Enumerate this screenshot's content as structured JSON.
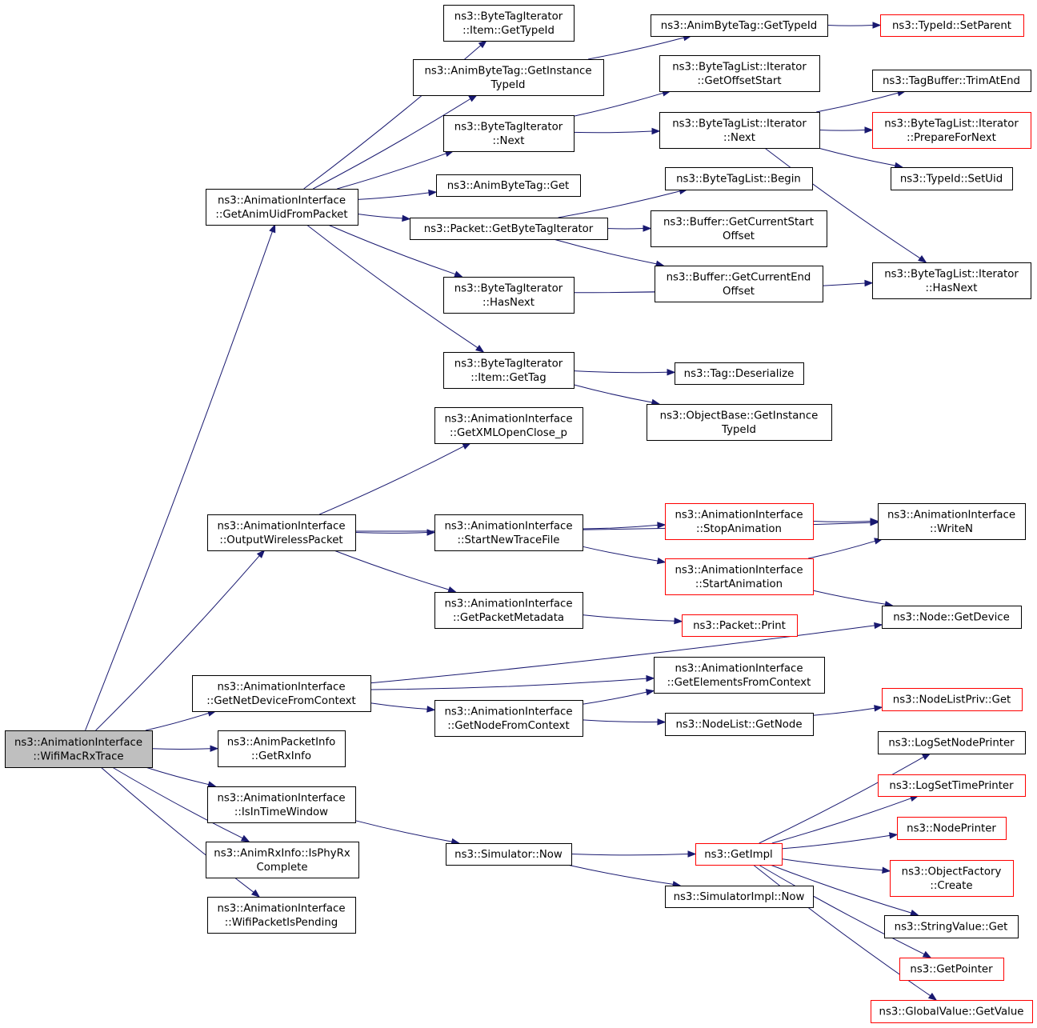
{
  "graph": {
    "nodes": [
      {
        "id": "root",
        "lines": [
          "ns3::AnimationInterface",
          "::WifiMacRxTrace"
        ],
        "kind": "root"
      },
      {
        "id": "getAnimUid",
        "lines": [
          "ns3::AnimationInterface",
          "::GetAnimUidFromPacket"
        ],
        "kind": "normal"
      },
      {
        "id": "outWireless",
        "lines": [
          "ns3::AnimationInterface",
          "::OutputWirelessPacket"
        ],
        "kind": "normal"
      },
      {
        "id": "getNetDev",
        "lines": [
          "ns3::AnimationInterface",
          "::GetNetDeviceFromContext"
        ],
        "kind": "normal"
      },
      {
        "id": "getRxInfo",
        "lines": [
          "ns3::AnimPacketInfo",
          "::GetRxInfo"
        ],
        "kind": "normal"
      },
      {
        "id": "isInTime",
        "lines": [
          "ns3::AnimationInterface",
          "::IsInTimeWindow"
        ],
        "kind": "normal"
      },
      {
        "id": "isPhyRx",
        "lines": [
          "ns3::AnimRxInfo::IsPhyRx",
          "Complete"
        ],
        "kind": "normal"
      },
      {
        "id": "wifiPending",
        "lines": [
          "ns3::AnimationInterface",
          "::WifiPacketIsPending"
        ],
        "kind": "normal"
      },
      {
        "id": "btiGetTypeId",
        "lines": [
          "ns3::ByteTagIterator",
          "::Item::GetTypeId"
        ],
        "kind": "normal"
      },
      {
        "id": "abtGetInst",
        "lines": [
          "ns3::AnimByteTag::GetInstance",
          "TypeId"
        ],
        "kind": "normal"
      },
      {
        "id": "btiNext",
        "lines": [
          "ns3::ByteTagIterator",
          "::Next"
        ],
        "kind": "normal"
      },
      {
        "id": "abtGet",
        "lines": [
          "ns3::AnimByteTag::Get"
        ],
        "kind": "normal"
      },
      {
        "id": "pktGetBTI",
        "lines": [
          "ns3::Packet::GetByteTagIterator"
        ],
        "kind": "normal"
      },
      {
        "id": "btiHasNext",
        "lines": [
          "ns3::ByteTagIterator",
          "::HasNext"
        ],
        "kind": "normal"
      },
      {
        "id": "btiGetTag",
        "lines": [
          "ns3::ByteTagIterator",
          "::Item::GetTag"
        ],
        "kind": "normal"
      },
      {
        "id": "abtGetTypeId",
        "lines": [
          "ns3::AnimByteTag::GetTypeId"
        ],
        "kind": "normal"
      },
      {
        "id": "tidSetParent",
        "lines": [
          "ns3::TypeId::SetParent"
        ],
        "kind": "red"
      },
      {
        "id": "btlGetOffStart",
        "lines": [
          "ns3::ByteTagList::Iterator",
          "::GetOffsetStart"
        ],
        "kind": "normal"
      },
      {
        "id": "btlNext",
        "lines": [
          "ns3::ByteTagList::Iterator",
          "::Next"
        ],
        "kind": "normal"
      },
      {
        "id": "tbTrimAtEnd",
        "lines": [
          "ns3::TagBuffer::TrimAtEnd"
        ],
        "kind": "normal"
      },
      {
        "id": "btlPrepare",
        "lines": [
          "ns3::ByteTagList::Iterator",
          "::PrepareForNext"
        ],
        "kind": "red"
      },
      {
        "id": "tidSetUid",
        "lines": [
          "ns3::TypeId::SetUid"
        ],
        "kind": "normal"
      },
      {
        "id": "btlBegin",
        "lines": [
          "ns3::ByteTagList::Begin"
        ],
        "kind": "normal"
      },
      {
        "id": "bufCurStart",
        "lines": [
          "ns3::Buffer::GetCurrentStart",
          "Offset"
        ],
        "kind": "normal"
      },
      {
        "id": "bufCurEnd",
        "lines": [
          "ns3::Buffer::GetCurrentEnd",
          "Offset"
        ],
        "kind": "normal"
      },
      {
        "id": "btlHasNext",
        "lines": [
          "ns3::ByteTagList::Iterator",
          "::HasNext"
        ],
        "kind": "normal"
      },
      {
        "id": "tagDeser",
        "lines": [
          "ns3::Tag::Deserialize"
        ],
        "kind": "normal"
      },
      {
        "id": "obGetInst",
        "lines": [
          "ns3::ObjectBase::GetInstance",
          "TypeId"
        ],
        "kind": "normal"
      },
      {
        "id": "getXML",
        "lines": [
          "ns3::AnimationInterface",
          "::GetXMLOpenClose_p"
        ],
        "kind": "normal"
      },
      {
        "id": "startNewTrace",
        "lines": [
          "ns3::AnimationInterface",
          "::StartNewTraceFile"
        ],
        "kind": "normal"
      },
      {
        "id": "getPktMeta",
        "lines": [
          "ns3::AnimationInterface",
          "::GetPacketMetadata"
        ],
        "kind": "normal"
      },
      {
        "id": "stopAnim",
        "lines": [
          "ns3::AnimationInterface",
          "::StopAnimation"
        ],
        "kind": "red"
      },
      {
        "id": "startAnim",
        "lines": [
          "ns3::AnimationInterface",
          "::StartAnimation"
        ],
        "kind": "red"
      },
      {
        "id": "pktPrint",
        "lines": [
          "ns3::Packet::Print"
        ],
        "kind": "red"
      },
      {
        "id": "writeN",
        "lines": [
          "ns3::AnimationInterface",
          "::WriteN"
        ],
        "kind": "normal"
      },
      {
        "id": "nodeGetDev",
        "lines": [
          "ns3::Node::GetDevice"
        ],
        "kind": "normal"
      },
      {
        "id": "getElements",
        "lines": [
          "ns3::AnimationInterface",
          "::GetElementsFromContext"
        ],
        "kind": "normal"
      },
      {
        "id": "getNodeFromCtx",
        "lines": [
          "ns3::AnimationInterface",
          "::GetNodeFromContext"
        ],
        "kind": "normal"
      },
      {
        "id": "nlGetNode",
        "lines": [
          "ns3::NodeList::GetNode"
        ],
        "kind": "normal"
      },
      {
        "id": "nlpGet",
        "lines": [
          "ns3::NodeListPriv::Get"
        ],
        "kind": "red"
      },
      {
        "id": "simNow",
        "lines": [
          "ns3::Simulator::Now"
        ],
        "kind": "normal"
      },
      {
        "id": "getImpl",
        "lines": [
          "ns3::GetImpl"
        ],
        "kind": "red"
      },
      {
        "id": "simImplNow",
        "lines": [
          "ns3::SimulatorImpl::Now"
        ],
        "kind": "normal"
      },
      {
        "id": "logNode",
        "lines": [
          "ns3::LogSetNodePrinter"
        ],
        "kind": "normal"
      },
      {
        "id": "logTime",
        "lines": [
          "ns3::LogSetTimePrinter"
        ],
        "kind": "red"
      },
      {
        "id": "nodePrinter",
        "lines": [
          "ns3::NodePrinter"
        ],
        "kind": "red"
      },
      {
        "id": "ofCreate",
        "lines": [
          "ns3::ObjectFactory",
          "::Create"
        ],
        "kind": "red"
      },
      {
        "id": "svGet",
        "lines": [
          "ns3::StringValue::Get"
        ],
        "kind": "normal"
      },
      {
        "id": "getPointer",
        "lines": [
          "ns3::GetPointer"
        ],
        "kind": "red"
      },
      {
        "id": "gvGetValue",
        "lines": [
          "ns3::GlobalValue::GetValue"
        ],
        "kind": "red"
      }
    ],
    "edges": [
      [
        "root",
        "getAnimUid"
      ],
      [
        "root",
        "outWireless"
      ],
      [
        "root",
        "getNetDev"
      ],
      [
        "root",
        "getRxInfo"
      ],
      [
        "root",
        "isInTime"
      ],
      [
        "root",
        "isPhyRx"
      ],
      [
        "root",
        "wifiPending"
      ],
      [
        "getAnimUid",
        "btiGetTypeId"
      ],
      [
        "getAnimUid",
        "abtGetInst"
      ],
      [
        "getAnimUid",
        "btiNext"
      ],
      [
        "getAnimUid",
        "abtGet"
      ],
      [
        "getAnimUid",
        "pktGetBTI"
      ],
      [
        "getAnimUid",
        "btiHasNext"
      ],
      [
        "getAnimUid",
        "btiGetTag"
      ],
      [
        "abtGetInst",
        "abtGetTypeId"
      ],
      [
        "abtGetTypeId",
        "tidSetParent"
      ],
      [
        "btiNext",
        "btlGetOffStart"
      ],
      [
        "btiNext",
        "btlNext"
      ],
      [
        "btlNext",
        "tbTrimAtEnd"
      ],
      [
        "btlNext",
        "btlPrepare"
      ],
      [
        "btlNext",
        "tidSetUid"
      ],
      [
        "btlNext",
        "btlHasNext"
      ],
      [
        "pktGetBTI",
        "btlBegin"
      ],
      [
        "pktGetBTI",
        "bufCurStart"
      ],
      [
        "pktGetBTI",
        "bufCurEnd"
      ],
      [
        "btiHasNext",
        "btlHasNext"
      ],
      [
        "btiGetTag",
        "tagDeser"
      ],
      [
        "btiGetTag",
        "obGetInst"
      ],
      [
        "outWireless",
        "getXML"
      ],
      [
        "outWireless",
        "writeN"
      ],
      [
        "outWireless",
        "startNewTrace"
      ],
      [
        "outWireless",
        "getPktMeta"
      ],
      [
        "startNewTrace",
        "stopAnim"
      ],
      [
        "startNewTrace",
        "startAnim"
      ],
      [
        "stopAnim",
        "writeN"
      ],
      [
        "startAnim",
        "writeN"
      ],
      [
        "startAnim",
        "nodeGetDev"
      ],
      [
        "getPktMeta",
        "pktPrint"
      ],
      [
        "getNetDev",
        "getElements"
      ],
      [
        "getNetDev",
        "getNodeFromCtx"
      ],
      [
        "getNetDev",
        "nodeGetDev"
      ],
      [
        "getNodeFromCtx",
        "getElements"
      ],
      [
        "getNodeFromCtx",
        "nlGetNode"
      ],
      [
        "nlGetNode",
        "nlpGet"
      ],
      [
        "isInTime",
        "simNow"
      ],
      [
        "simNow",
        "getImpl"
      ],
      [
        "simNow",
        "simImplNow"
      ],
      [
        "getImpl",
        "logNode"
      ],
      [
        "getImpl",
        "logTime"
      ],
      [
        "getImpl",
        "nodePrinter"
      ],
      [
        "getImpl",
        "ofCreate"
      ],
      [
        "getImpl",
        "svGet"
      ],
      [
        "getImpl",
        "getPointer"
      ],
      [
        "getImpl",
        "gvGetValue"
      ]
    ]
  }
}
